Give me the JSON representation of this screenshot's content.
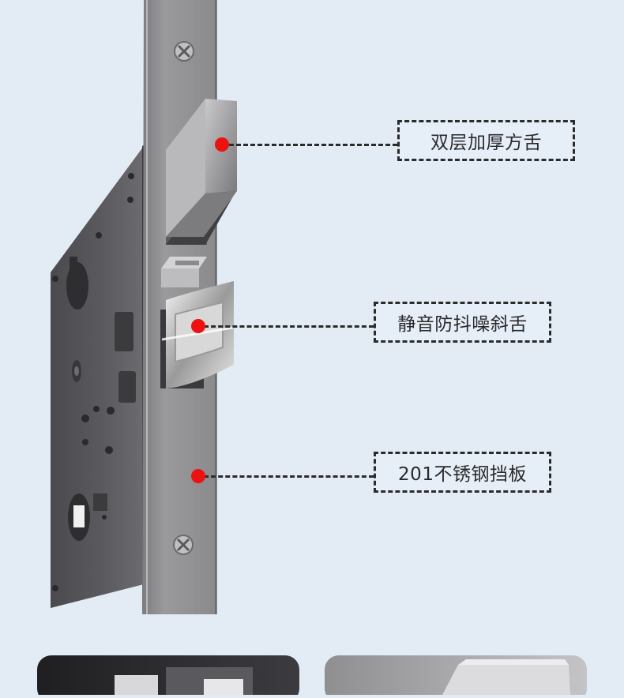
{
  "callouts": {
    "deadbolt": "双层加厚方舌",
    "latch": "静音防抖噪斜舌",
    "faceplate": "201不锈钢挡板"
  },
  "colors": {
    "background": "#e3ebf4",
    "marker": "#ee1111",
    "text": "#2a2a2a"
  }
}
